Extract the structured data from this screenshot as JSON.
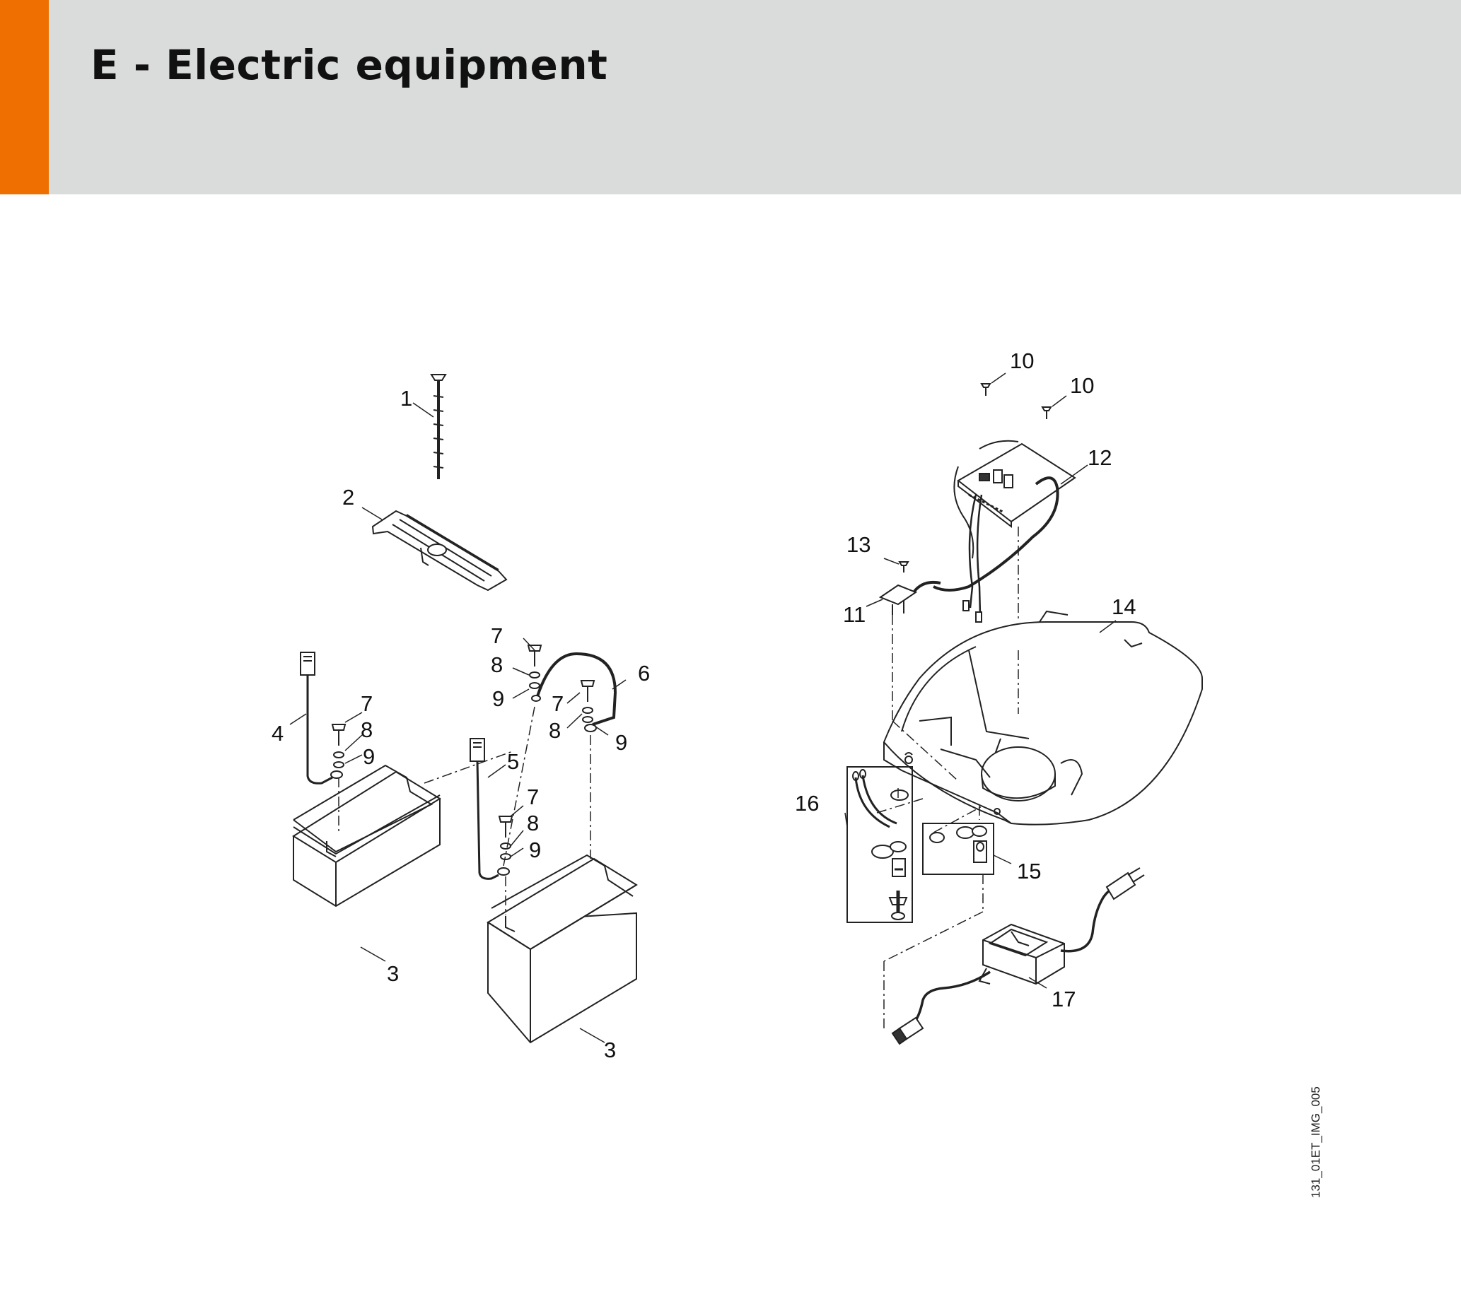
{
  "header": {
    "title": "E - Electric equipment",
    "accent_color": "#ef7000",
    "background_color": "#dadbdb"
  },
  "diagram": {
    "labels": {
      "l1": "1",
      "l2": "2",
      "l3a": "3",
      "l3b": "3",
      "l4": "4",
      "l5": "5",
      "l6": "6",
      "l7a": "7",
      "l7b": "7",
      "l7c": "7",
      "l7d": "7",
      "l8a": "8",
      "l8b": "8",
      "l8c": "8",
      "l8d": "8",
      "l9a": "9",
      "l9b": "9",
      "l9c": "9",
      "l9d": "9",
      "l10a": "10",
      "l10b": "10",
      "l11": "11",
      "l12": "12",
      "l13": "13",
      "l14": "14",
      "l15": "15",
      "l16": "16",
      "l17": "17"
    },
    "reference_code": "131_01ET_IMG_005"
  }
}
